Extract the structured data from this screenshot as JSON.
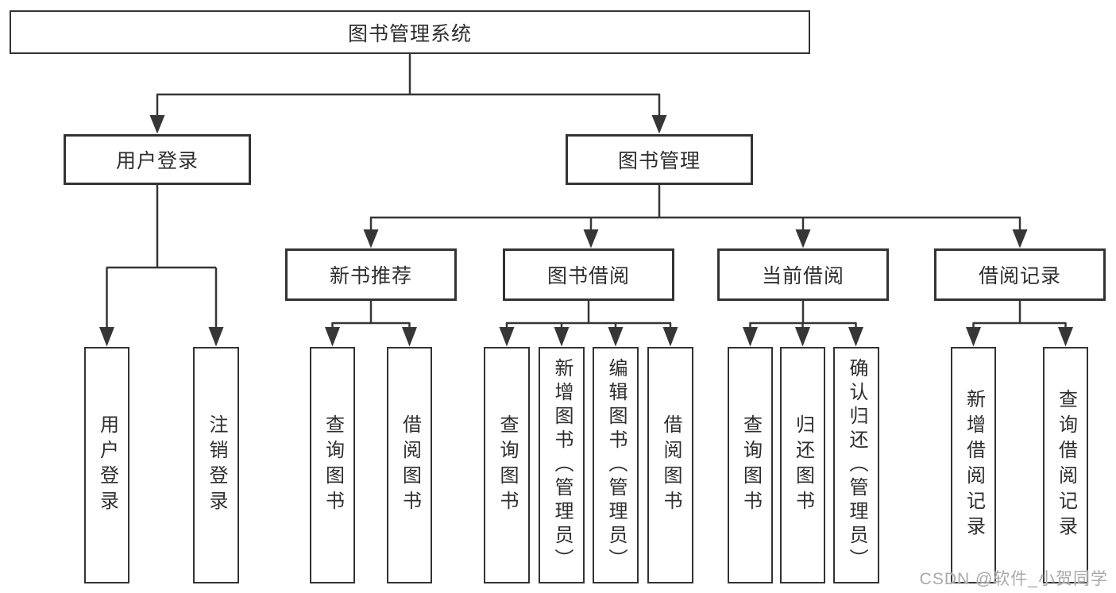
{
  "tree": {
    "root": "图书管理系统",
    "level2": [
      {
        "label": "用户登录"
      },
      {
        "label": "图书管理"
      }
    ],
    "level3": [
      {
        "label": "新书推荐"
      },
      {
        "label": "图书借阅"
      },
      {
        "label": "当前借阅"
      },
      {
        "label": "借阅记录"
      }
    ],
    "leaves": {
      "login": [
        "用户登录",
        "注销登录"
      ],
      "recommend": [
        "查询图书",
        "借阅图书"
      ],
      "borrow": [
        "查询图书",
        "新增图书（管理员）",
        "编辑图书（管理员）",
        "借阅图书"
      ],
      "current": [
        "查询图书",
        "归还图书",
        "确认归还（管理员）"
      ],
      "records": [
        "新增借阅记录",
        "查询借阅记录"
      ]
    }
  },
  "watermark": {
    "text": "CSDN @软件_小贺同学"
  },
  "colors": {
    "line": "#363636",
    "box_border": "#333333",
    "text": "#2e2e2e",
    "background": "#ffffff",
    "watermark": "#a9a9a9"
  }
}
